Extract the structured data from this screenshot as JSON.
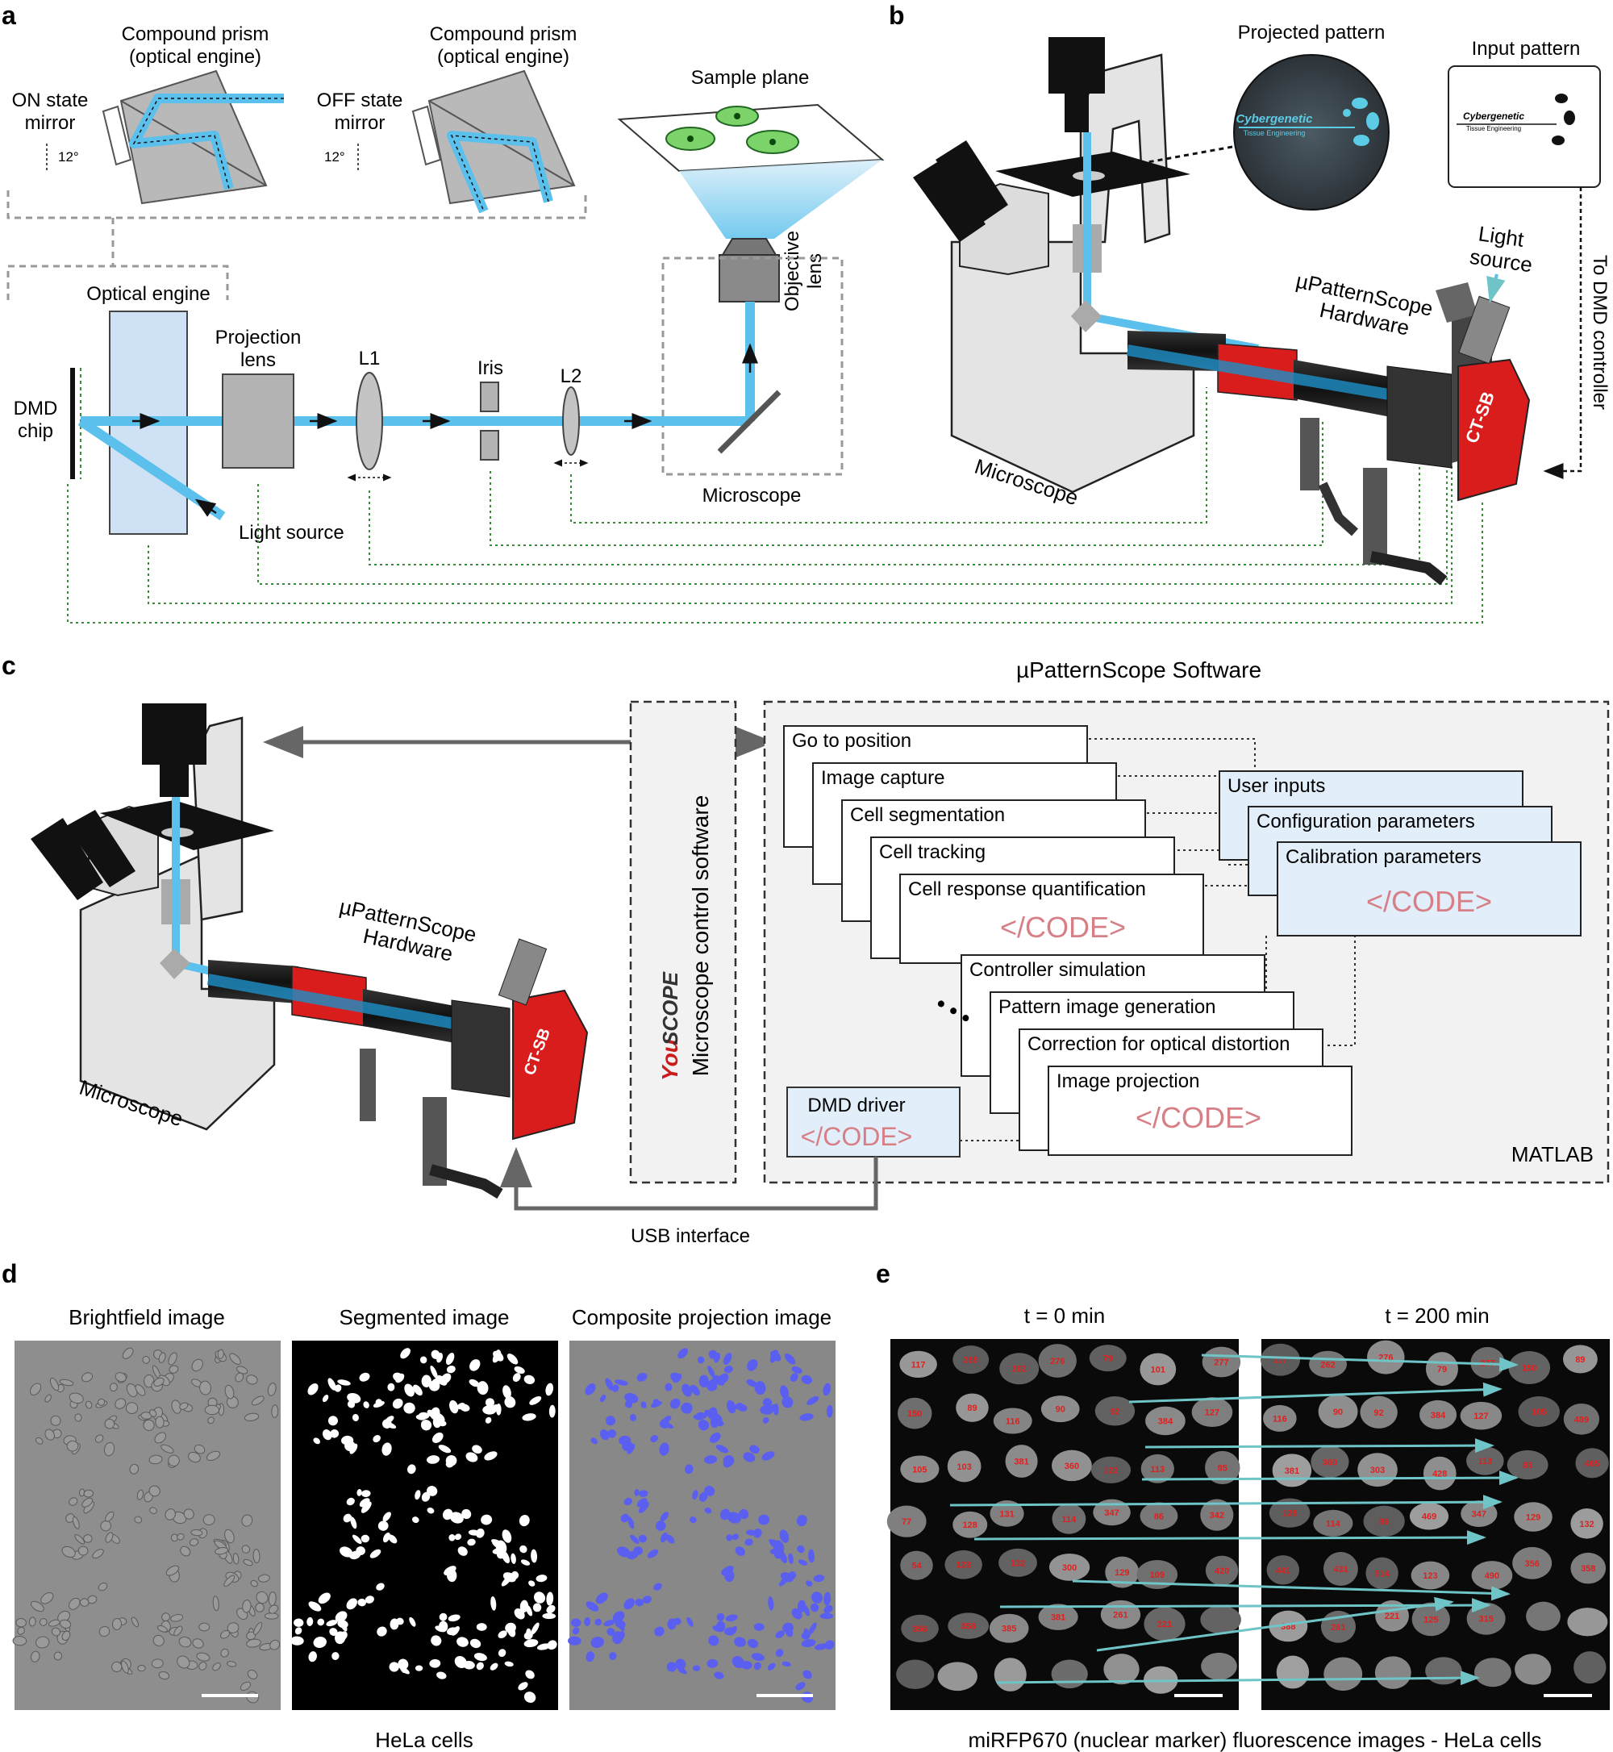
{
  "panels": {
    "a": {
      "letter": "a",
      "prism_on_title_1": "Compound prism",
      "prism_on_title_2": "(optical engine)",
      "prism_off_title_1": "Compound prism",
      "prism_off_title_2": "(optical engine)",
      "on_mirror_1": "ON state",
      "on_mirror_2": "mirror",
      "off_mirror_1": "OFF state",
      "off_mirror_2": "mirror",
      "angle_on": "12°",
      "angle_off": "12°",
      "sample_plane": "Sample plane",
      "objective_1": "Objective",
      "objective_2": "lens",
      "optical_engine": "Optical engine",
      "dmd_1": "DMD",
      "dmd_2": "chip",
      "projection_1": "Projection",
      "projection_2": "lens",
      "l1": "L1",
      "iris": "Iris",
      "l2": "L2",
      "microscope": "Microscope",
      "light_source": "Light source"
    },
    "b": {
      "letter": "b",
      "projected_pattern": "Projected pattern",
      "input_pattern": "Input pattern",
      "pattern_title": "Cybergenetic",
      "pattern_sub": "Tissue Engineering",
      "light_1": "Light",
      "light_2": "source",
      "hw_1": "µPatternScope",
      "hw_2": "Hardware",
      "to_dmd": "To DMD controller",
      "microscope": "Microscope",
      "device_badge": "CT-SB"
    },
    "c": {
      "letter": "c",
      "software_title": "µPatternScope Software",
      "yscope_1": "You",
      "yscope_2": "SCOPE",
      "mcs": "Microscope control software",
      "hw_1": "µPatternScope",
      "hw_2": "Hardware",
      "microscope": "Microscope",
      "usb": "USB interface",
      "matlab": "MATLAB",
      "dmd_driver": "DMD driver",
      "code": "</CODE>",
      "ellipsis": "• • •",
      "modules": [
        "Go to position",
        "Image capture",
        "Cell segmentation",
        "Cell tracking",
        "Cell response quantification",
        "Controller simulation",
        "Pattern image generation",
        "Correction for optical distortion",
        "Image projection"
      ],
      "inputs": [
        "User inputs",
        "Configuration parameters",
        "Calibration parameters"
      ]
    },
    "d": {
      "letter": "d",
      "titles": [
        "Brightfield image",
        "Segmented image",
        "Composite projection image"
      ],
      "caption": "HeLa cells"
    },
    "e": {
      "letter": "e",
      "titles": [
        "t = 0 min",
        "t = 200 min"
      ],
      "caption": "miRFP670 (nuclear marker) fluorescence images - HeLa cells",
      "labels_left": [
        "117",
        "269",
        "262",
        "276",
        "79",
        "101",
        "277",
        "150",
        "89",
        "116",
        "90",
        "92",
        "384",
        "127",
        "105",
        "103",
        "381",
        "360",
        "122",
        "113",
        "85",
        "77",
        "128",
        "131",
        "114",
        "347",
        "86",
        "342",
        "54",
        "123",
        "132",
        "300",
        "129",
        "109",
        "420",
        "356",
        "358",
        "385",
        "381",
        "261",
        "221"
      ],
      "labels_right": [
        "117",
        "262",
        "276",
        "79",
        "277",
        "150",
        "89",
        "116",
        "90",
        "92",
        "384",
        "127",
        "105",
        "489",
        "381",
        "360",
        "303",
        "428",
        "113",
        "85",
        "465",
        "128",
        "114",
        "86",
        "469",
        "347",
        "129",
        "132",
        "441",
        "431",
        "514",
        "123",
        "490",
        "356",
        "358",
        "388",
        "261",
        "221",
        "125",
        "315"
      ]
    }
  },
  "colors": {
    "beam": "#5bc0eb",
    "beam_dark": "#1e8fc7",
    "red_part": "#d91c1c",
    "green_dot": "#3a8a3a",
    "code_pink": "#d77f86",
    "box_blue": "#e2effa",
    "bg_gray": "#f2f2f2",
    "arrow_teal": "#6fc4c7"
  }
}
